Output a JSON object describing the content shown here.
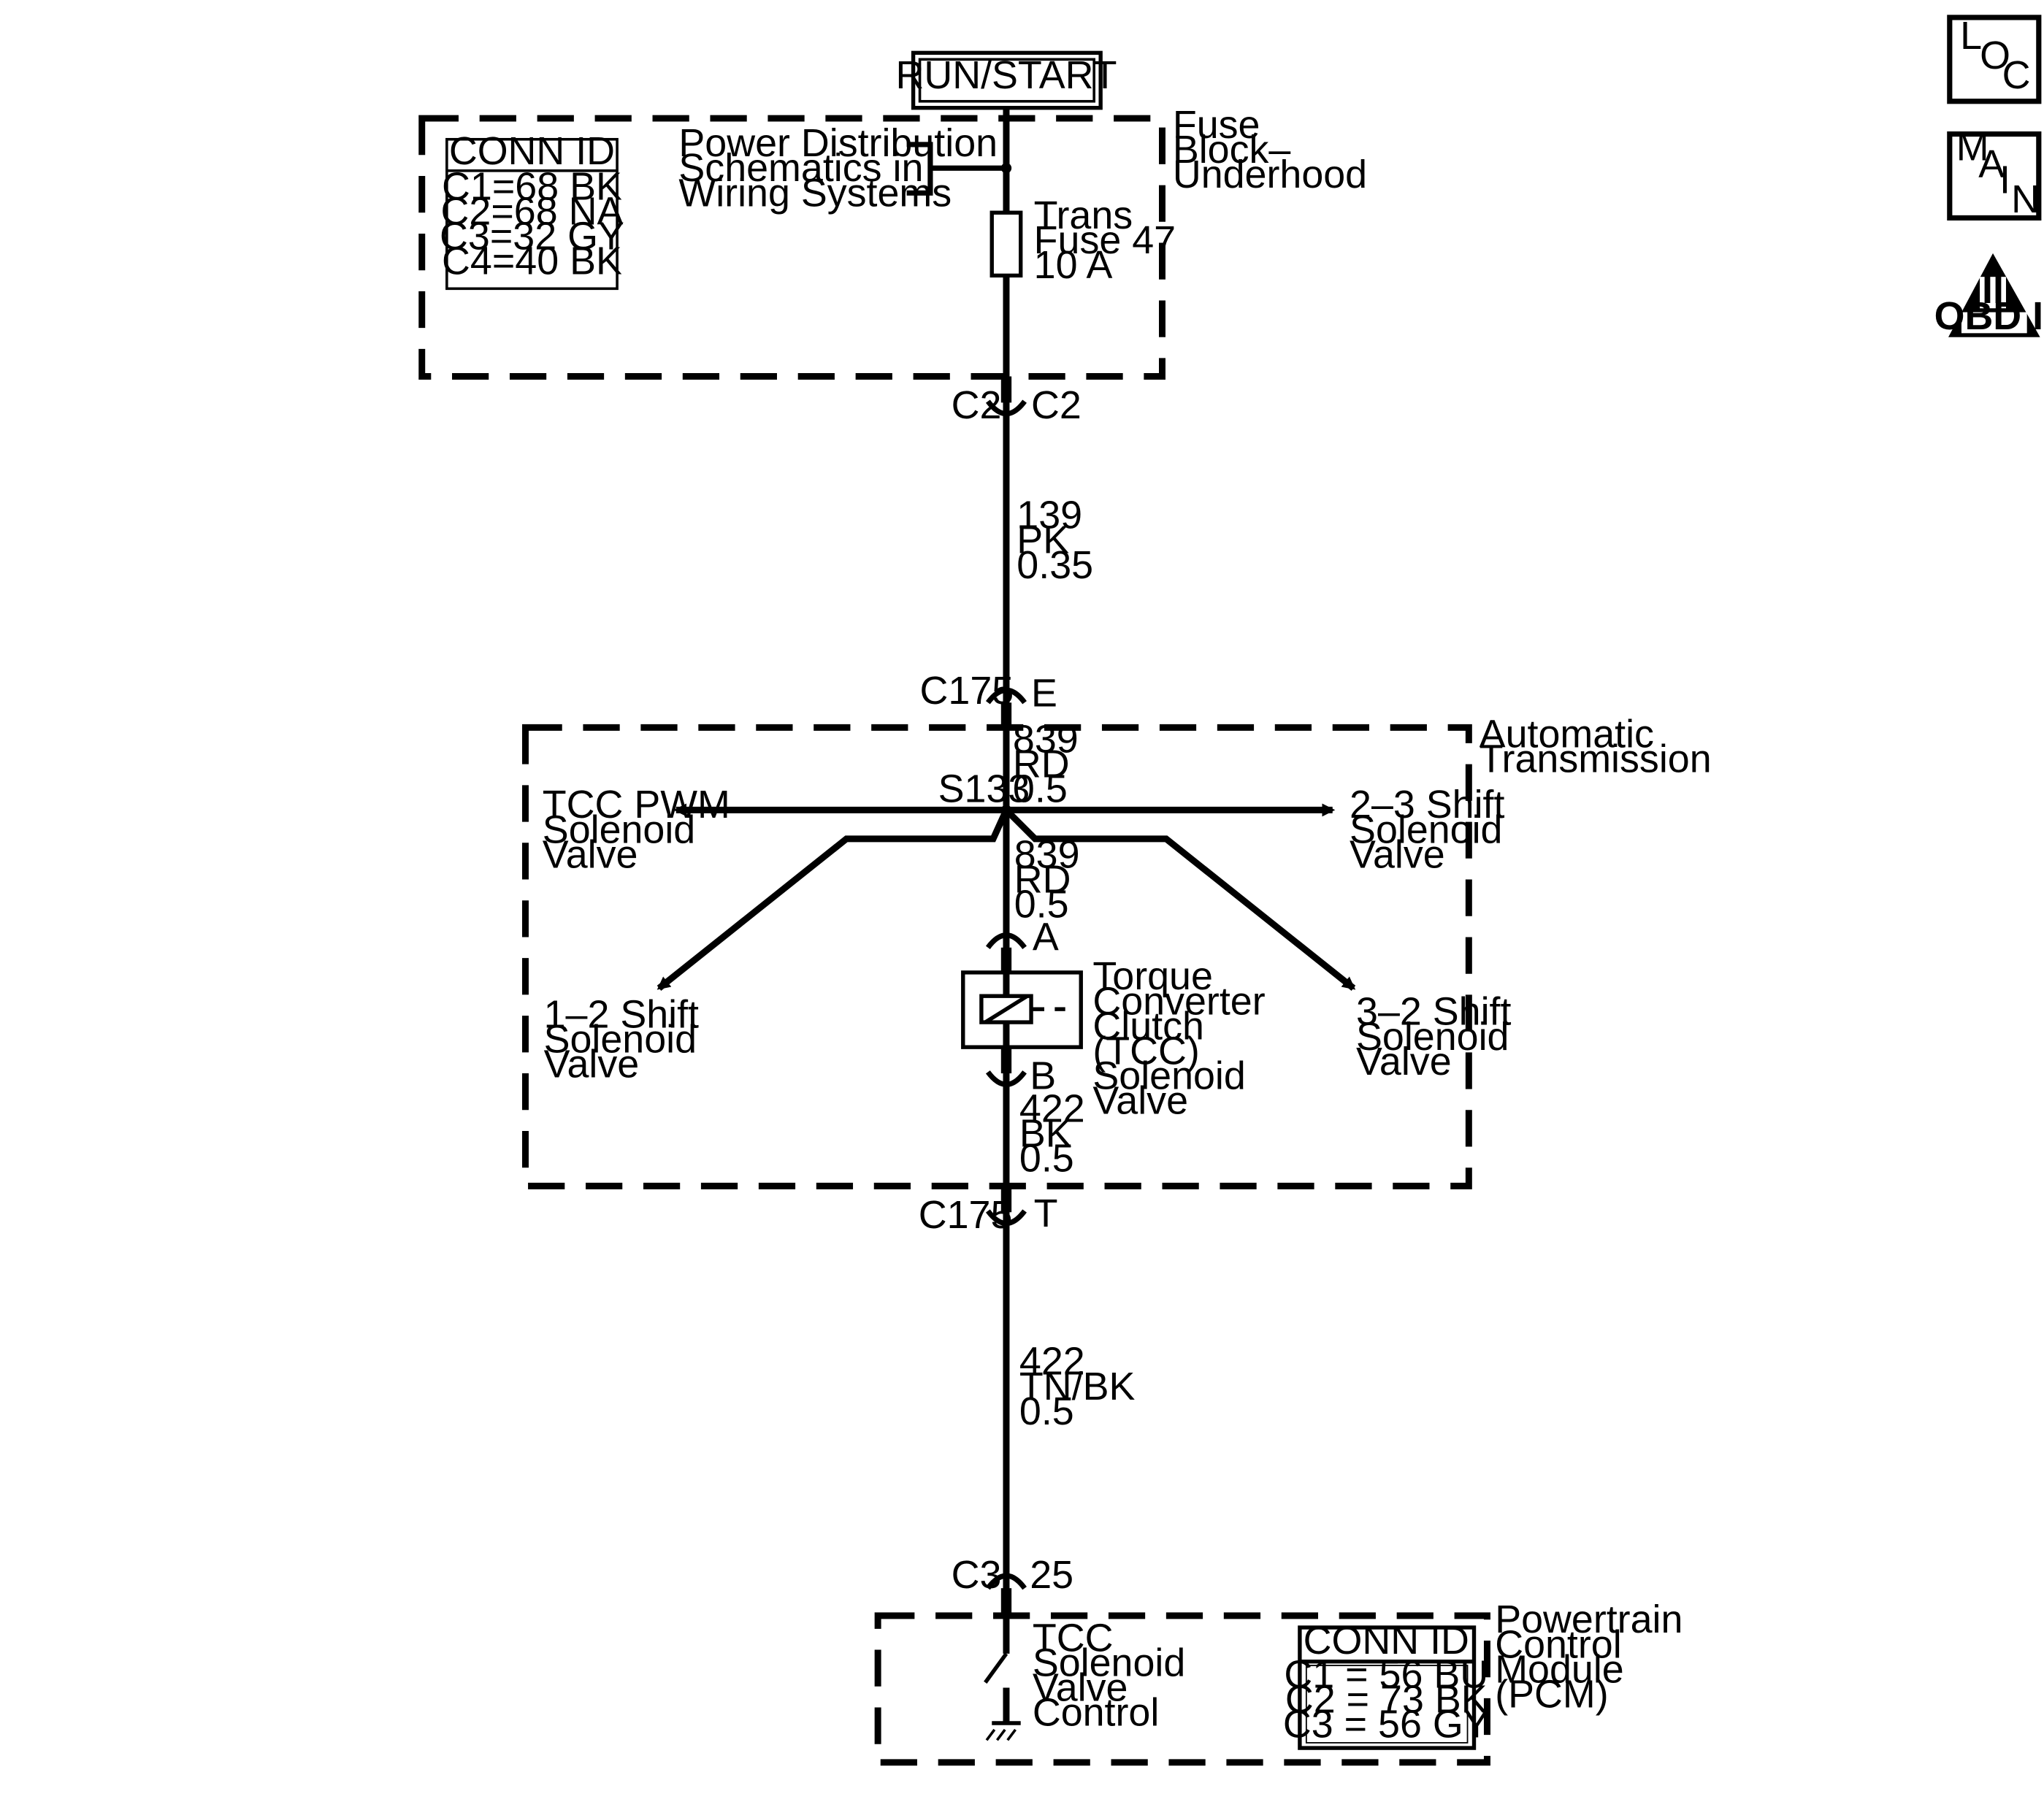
{
  "power_source": "RUN/START",
  "fuse_block": {
    "name": [
      "Fuse",
      "Block–",
      "Underhood"
    ],
    "conn_id_title": "CONN ID",
    "conn_ids": [
      "C1=68 BK",
      "C2=68 NA",
      "C3=32 GY",
      "C4=40 BK"
    ],
    "power_dist_note": [
      "Power Distribution",
      "Schematics in",
      "Wiring Systems"
    ],
    "fuse": [
      "Trans",
      "Fuse 47",
      "10 A"
    ],
    "conn_left": "C2",
    "conn_right": "C2"
  },
  "wire_139": [
    "139",
    "PK",
    "0.35"
  ],
  "c175_top": {
    "name": "C175",
    "pin": "E"
  },
  "transmission": {
    "name": [
      "Automatic",
      "Transmission"
    ],
    "wire_839_upper": [
      "839",
      "RD",
      "0.5"
    ],
    "splice": "S133",
    "wire_839_lower": [
      "839",
      "RD",
      "0.5"
    ],
    "tcc_pwm": [
      "TCC PWM",
      "Solenoid",
      "Valve"
    ],
    "shift_23": [
      "2–3 Shift",
      "Solenoid",
      "Valve"
    ],
    "shift_12": [
      "1–2 Shift",
      "Solenoid",
      "Valve"
    ],
    "shift_32": [
      "3–2 Shift",
      "Solenoid",
      "Valve"
    ],
    "pin_a": "A",
    "pin_b": "B",
    "tcc_solenoid": [
      "Torque",
      "Converter",
      "Clutch",
      "(TCC)",
      "Solenoid",
      "Valve"
    ],
    "wire_422": [
      "422",
      "BK",
      "0.5"
    ]
  },
  "c175_bottom": {
    "name": "C175",
    "pin": "T"
  },
  "wire_422_tn": [
    "422",
    "TN/BK",
    "0.5"
  ],
  "pcm_conn": {
    "name": "C3",
    "pin": "25"
  },
  "pcm": {
    "name": [
      "Powertrain",
      "Control",
      "Module",
      "(PCM)"
    ],
    "control": [
      "TCC",
      "Solenoid",
      "Valve",
      "Control"
    ],
    "conn_id_title": "CONN ID",
    "conn_ids": [
      "C1 = 56 BU",
      "C2 = 73 BK",
      "C3 = 56 GY"
    ]
  },
  "icons": {
    "loc": [
      "L",
      "O",
      "C"
    ],
    "main": [
      "M",
      "A",
      "I",
      "N"
    ],
    "obd": {
      "numeral": "II",
      "label": "OBD II"
    }
  }
}
